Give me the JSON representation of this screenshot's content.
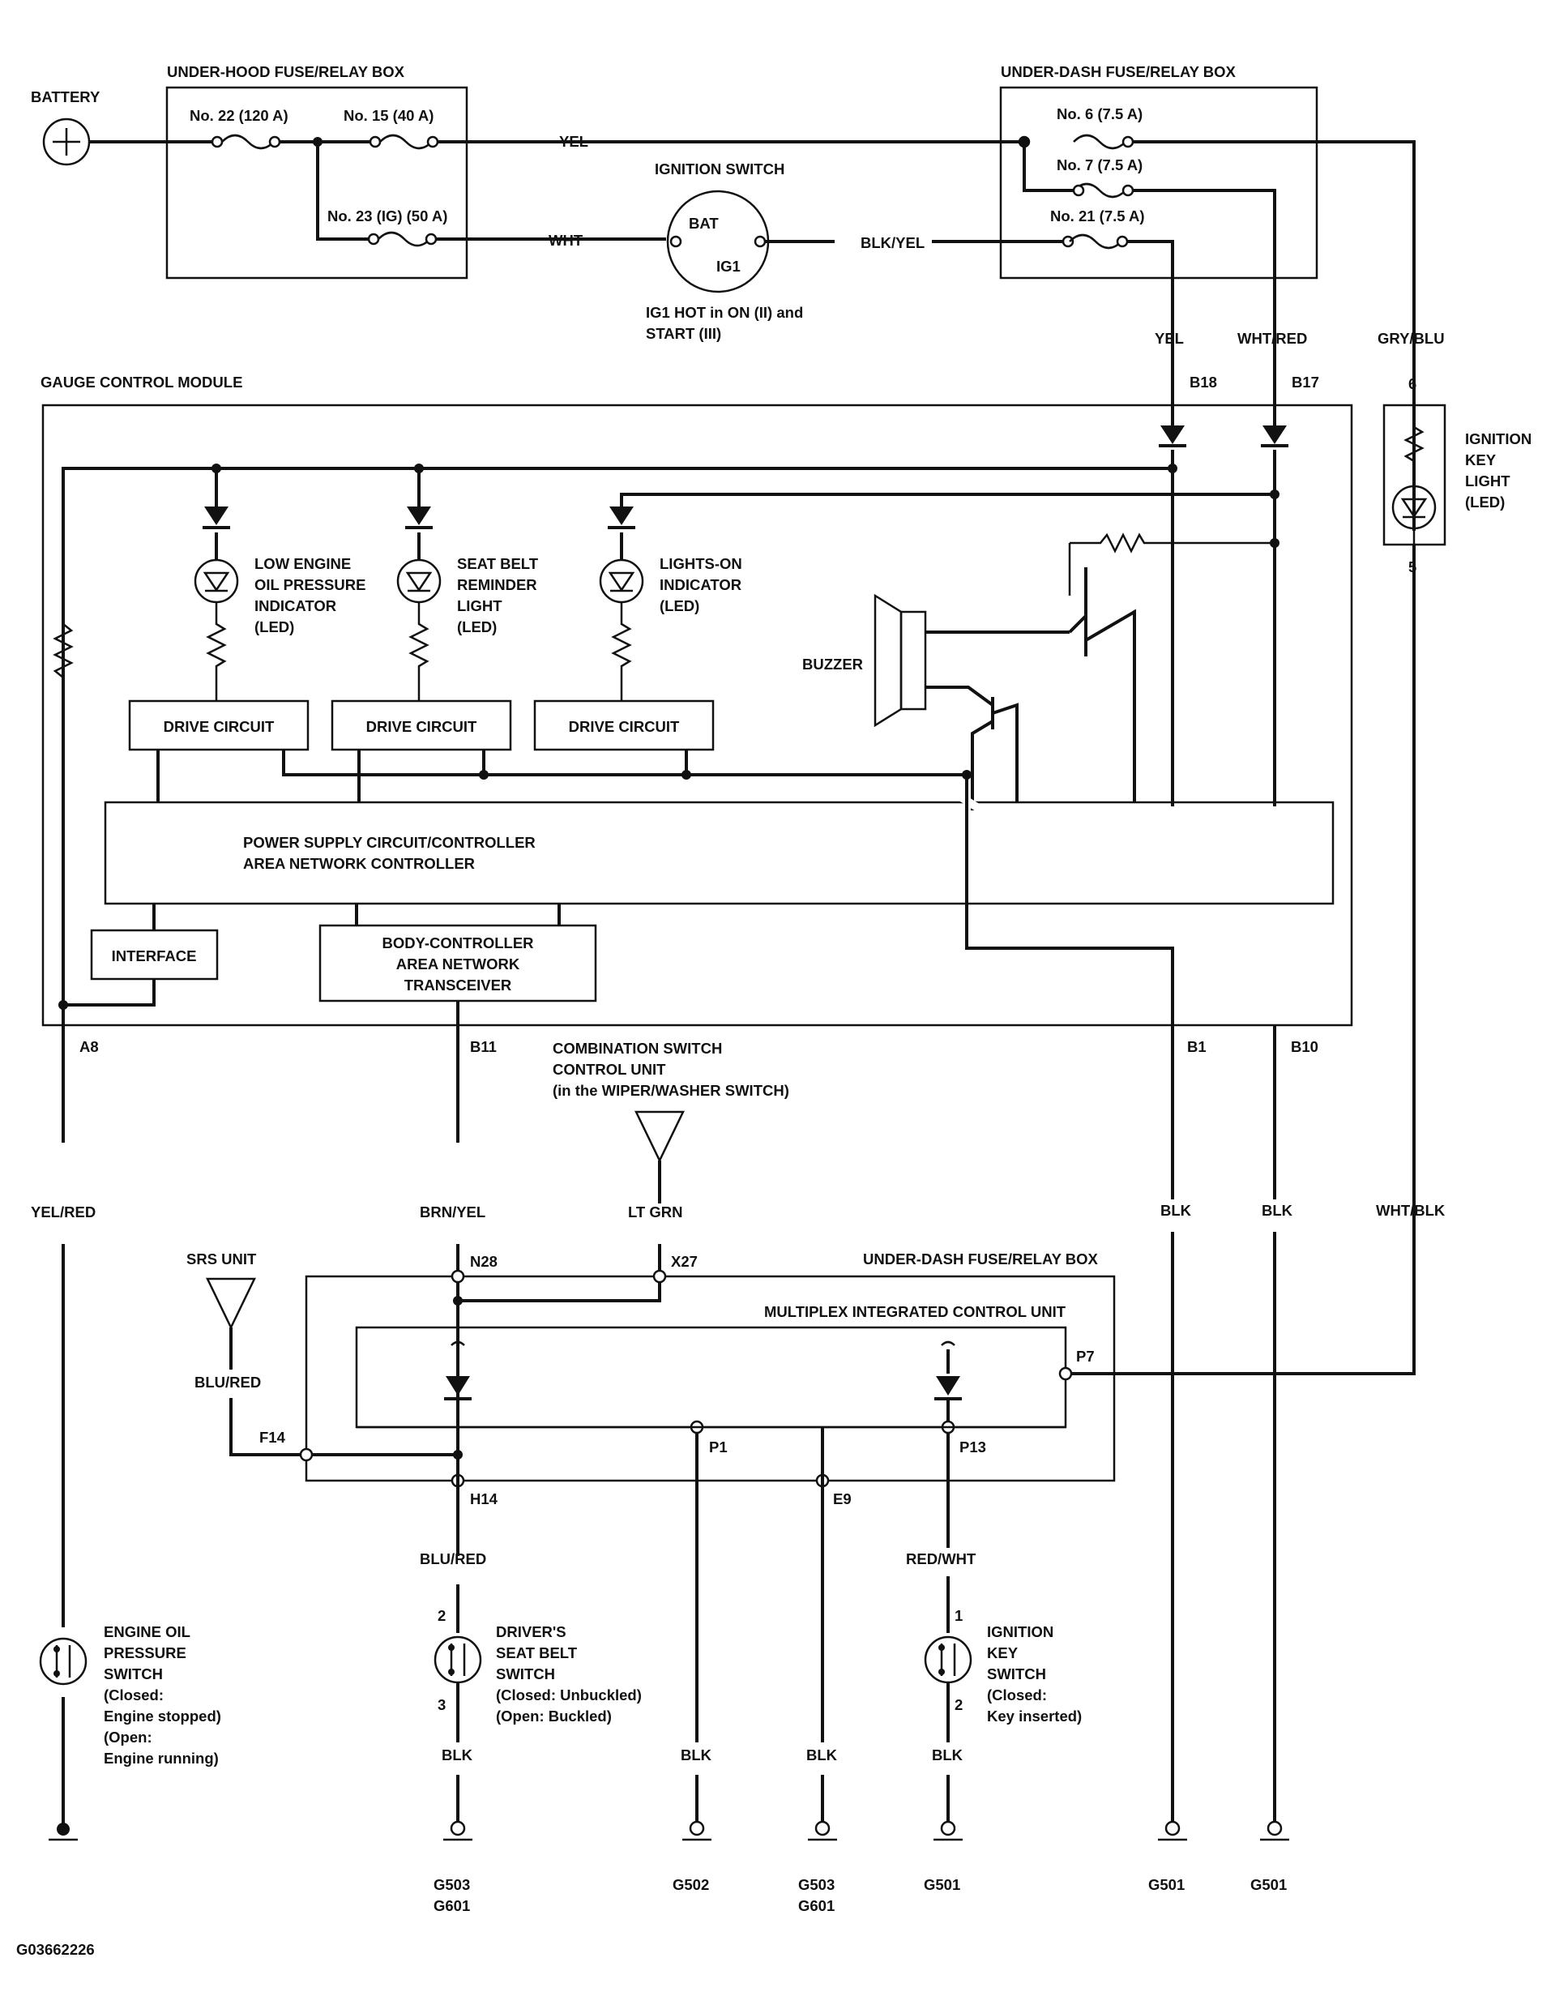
{
  "colors": {
    "ink": "#111111",
    "paper": "#ffffff"
  },
  "battery": {
    "label": "BATTERY"
  },
  "under_hood_box": {
    "title": "UNDER-HOOD FUSE/RELAY BOX",
    "fuse_22": "No. 22 (120 A)",
    "fuse_15": "No. 15 (40 A)",
    "fuse_23": "No. 23 (IG) (50 A)"
  },
  "ignition_switch": {
    "title": "IGNITION SWITCH",
    "bat": "BAT",
    "ig1": "IG1",
    "note_line1": "IG1 HOT in ON (II) and",
    "note_line2": "START (III)"
  },
  "under_dash_box_top": {
    "title": "UNDER-DASH FUSE/RELAY BOX",
    "fuse_6": "No. 6 (7.5 A)",
    "fuse_7": "No. 7 (7.5 A)",
    "fuse_21": "No. 21 (7.5 A)"
  },
  "wires": {
    "yel_top": "YEL",
    "wht_top": "WHT",
    "blkyel_top": "BLK/YEL",
    "yel_b18": "YEL",
    "whtred_b17": "WHT/RED",
    "grybln": "GRY/BLU",
    "yelred": "YEL/RED",
    "brnyel": "BRN/YEL",
    "ltgrn": "LT GRN",
    "blured_srs": "BLU/RED",
    "blured_h14": "BLU/RED",
    "redwht": "RED/WHT",
    "whtblk": "WHT/BLK",
    "blk_b1": "BLK",
    "blk_b10": "BLK",
    "blk_seat": "BLK",
    "blk_p1": "BLK",
    "blk_e9": "BLK",
    "blk_p13": "BLK"
  },
  "gauge_module": {
    "title": "GAUGE CONTROL MODULE",
    "oil_line1": "LOW ENGINE",
    "oil_line2": "OIL PRESSURE",
    "oil_line3": "INDICATOR",
    "oil_line4": "(LED)",
    "seat_line1": "SEAT BELT",
    "seat_line2": "REMINDER",
    "seat_line3": "LIGHT",
    "seat_line4": "(LED)",
    "lights_line1": "LIGHTS-ON",
    "lights_line2": "INDICATOR",
    "lights_line3": "(LED)",
    "buzzer": "BUZZER",
    "drive1": "DRIVE CIRCUIT",
    "drive2": "DRIVE CIRCUIT",
    "drive3": "DRIVE CIRCUIT",
    "power_line1": "POWER SUPPLY CIRCUIT/CONTROLLER",
    "power_line2": "AREA NETWORK CONTROLLER",
    "interface": "INTERFACE",
    "bcan_line1": "BODY-CONTROLLER",
    "bcan_line2": "AREA NETWORK",
    "bcan_line3": "TRANSCEIVER"
  },
  "pins": {
    "b18": "B18",
    "b17": "B17",
    "p6": "6",
    "p5": "5",
    "a8": "A8",
    "b11": "B11",
    "b1": "B1",
    "b10": "B10",
    "n28": "N28",
    "x27": "X27",
    "f14": "F14",
    "h14": "H14",
    "p1": "P1",
    "e9": "E9",
    "p13": "P13",
    "p7": "P7",
    "seat_2": "2",
    "seat_3": "3",
    "key_1": "1",
    "key_2": "2"
  },
  "ignition_key_light": {
    "line1": "IGNITION",
    "line2": "KEY",
    "line3": "LIGHT",
    "line4": "(LED)"
  },
  "combination_switch": {
    "line1": "COMBINATION SWITCH",
    "line2": "CONTROL UNIT",
    "line3": "(in the WIPER/WASHER SWITCH)"
  },
  "srs_unit": {
    "label": "SRS UNIT"
  },
  "under_dash_box_bottom": {
    "title": "UNDER-DASH FUSE/RELAY BOX",
    "micu": "MULTIPLEX INTEGRATED CONTROL UNIT"
  },
  "engine_oil_switch": {
    "line1": "ENGINE OIL",
    "line2": "PRESSURE",
    "line3": "SWITCH",
    "line4": "(Closed:",
    "line5": "Engine stopped)",
    "line6": "(Open:",
    "line7": "Engine running)"
  },
  "seat_belt_switch": {
    "line1": "DRIVER'S",
    "line2": "SEAT BELT",
    "line3": "SWITCH",
    "line4": "(Closed: Unbuckled)",
    "line5": "(Open: Buckled)"
  },
  "ignition_key_switch": {
    "line1": "IGNITION",
    "line2": "KEY",
    "line3": "SWITCH",
    "line4": "(Closed:",
    "line5": "Key inserted)"
  },
  "grounds": {
    "g_seat_1": "G503",
    "g_seat_2": "G601",
    "g_p1": "G502",
    "g_e9_1": "G503",
    "g_e9_2": "G601",
    "g_p13": "G501",
    "g_b1": "G501",
    "g_b10": "G501"
  },
  "figure_id": "G03662226"
}
